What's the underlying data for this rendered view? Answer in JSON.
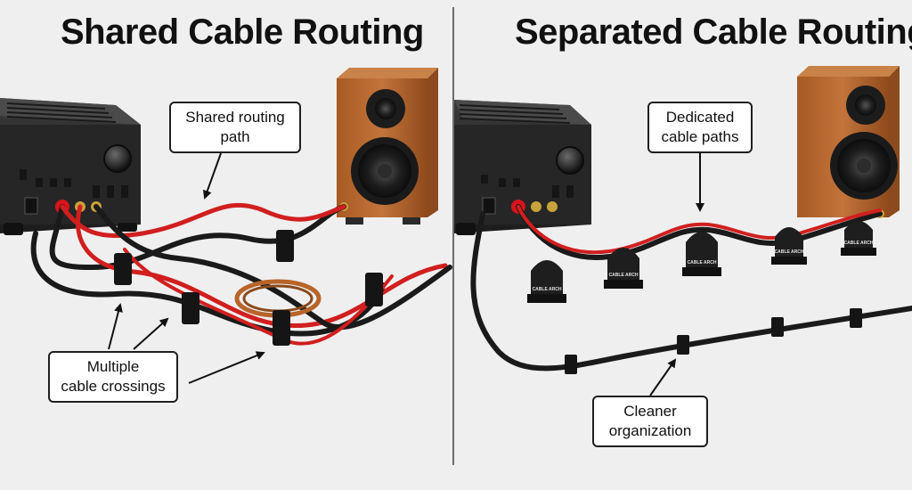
{
  "left_panel": {
    "title": "Shared Cable Routing",
    "callouts": {
      "shared_path": {
        "line1": "Shared routing",
        "line2": "path"
      },
      "crossings": {
        "line1": "Multiple",
        "line2": "cable crossings"
      }
    }
  },
  "right_panel": {
    "title": "Separated Cable Routing",
    "callouts": {
      "dedicated": {
        "line1": "Dedicated",
        "line2": "cable paths"
      },
      "cleaner": {
        "line1": "Cleaner",
        "line2": "organization"
      }
    },
    "arch_label": "CABLE ARCH"
  },
  "colors": {
    "background": "#efefef",
    "amp_body": "#2a2a2a",
    "speaker_wood": "#b5672e",
    "cable_red": "#d11f1f",
    "cable_black": "#1a1a1a",
    "terminal_red": "#d8141a",
    "terminal_gold": "#c9a23a",
    "divider": "#444444"
  }
}
